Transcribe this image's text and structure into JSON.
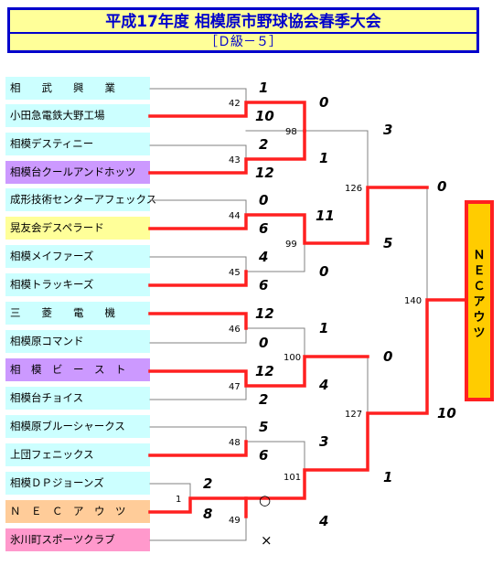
{
  "header": {
    "title": "平成17年度 相模原市野球協会春季大会",
    "subtitle": "［Ｄ級－５］"
  },
  "teams": [
    {
      "name": "相　　武　　興　　業",
      "bg": "#ccffff"
    },
    {
      "name": "小田急電鉄大野工場",
      "bg": "#ccffff"
    },
    {
      "name": "相模デスティニー",
      "bg": "#ccffff"
    },
    {
      "name": "相模台クールアンドホッツ",
      "bg": "#cc99ff"
    },
    {
      "name": "成形技術センターアフェックス",
      "bg": "#ccffff"
    },
    {
      "name": "晃友会デスペラード",
      "bg": "#ffff99"
    },
    {
      "name": "相模メイファーズ",
      "bg": "#ccffff"
    },
    {
      "name": "相模トラッキーズ",
      "bg": "#ccffff"
    },
    {
      "name": "三　　菱　　電　　機",
      "bg": "#ccffff"
    },
    {
      "name": "相模原コマンド",
      "bg": "#ccffff"
    },
    {
      "name": "相　模　ビ　ー　ス　ト",
      "bg": "#cc99ff"
    },
    {
      "name": "相模台チョイス",
      "bg": "#ccffff"
    },
    {
      "name": "相模原ブルーシャークス",
      "bg": "#ccffff"
    },
    {
      "name": "上団フェニックス",
      "bg": "#ccffff"
    },
    {
      "name": "相模ＤＰジョーンズ",
      "bg": "#ccffff"
    },
    {
      "name": "Ｎ　Ｅ　Ｃ　ア　ウ　ツ",
      "bg": "#ffcc99"
    },
    {
      "name": "氷川町スポーツクラブ",
      "bg": "#ff99cc"
    }
  ],
  "game_numbers": {
    "g1": "1",
    "g42": "42",
    "g43": "43",
    "g44": "44",
    "g45": "45",
    "g46": "46",
    "g47": "47",
    "g48": "48",
    "g49": "49",
    "g98": "98",
    "g99": "99",
    "g100": "100",
    "g101": "101",
    "g126": "126",
    "g127": "127",
    "g140": "140"
  },
  "scores": {
    "r1_t1": "1",
    "r1_t2": "10",
    "r1_t3": "2",
    "r1_t4": "12",
    "r1_t5": "0",
    "r1_t6": "6",
    "r1_t7": "4",
    "r1_t8": "6",
    "r1_t9": "12",
    "r1_t10": "0",
    "r1_t11": "12",
    "r1_t12": "2",
    "r1_t13": "5",
    "r1_t14": "6",
    "r0_t15": "2",
    "r0_t16": "8",
    "g49_a": "○",
    "g49_b": "×",
    "g98_a": "0",
    "g98_b": "1",
    "g99_a": "11",
    "g99_b": "0",
    "g100_a": "1",
    "g100_b": "4",
    "g101_a": "3",
    "g101_b": "4",
    "g126_a": "3",
    "g126_b": "5",
    "g127_a": "0",
    "g127_b": "1",
    "g140_a": "0",
    "g140_b": "10"
  },
  "champion": {
    "name": "ＮＥＣアウツ"
  },
  "colors": {
    "title_border": "#0000cc",
    "title_bg": "#ffff99",
    "win_line": "#ff2020",
    "line": "#808080",
    "champion_bg": "#ffcc00"
  }
}
